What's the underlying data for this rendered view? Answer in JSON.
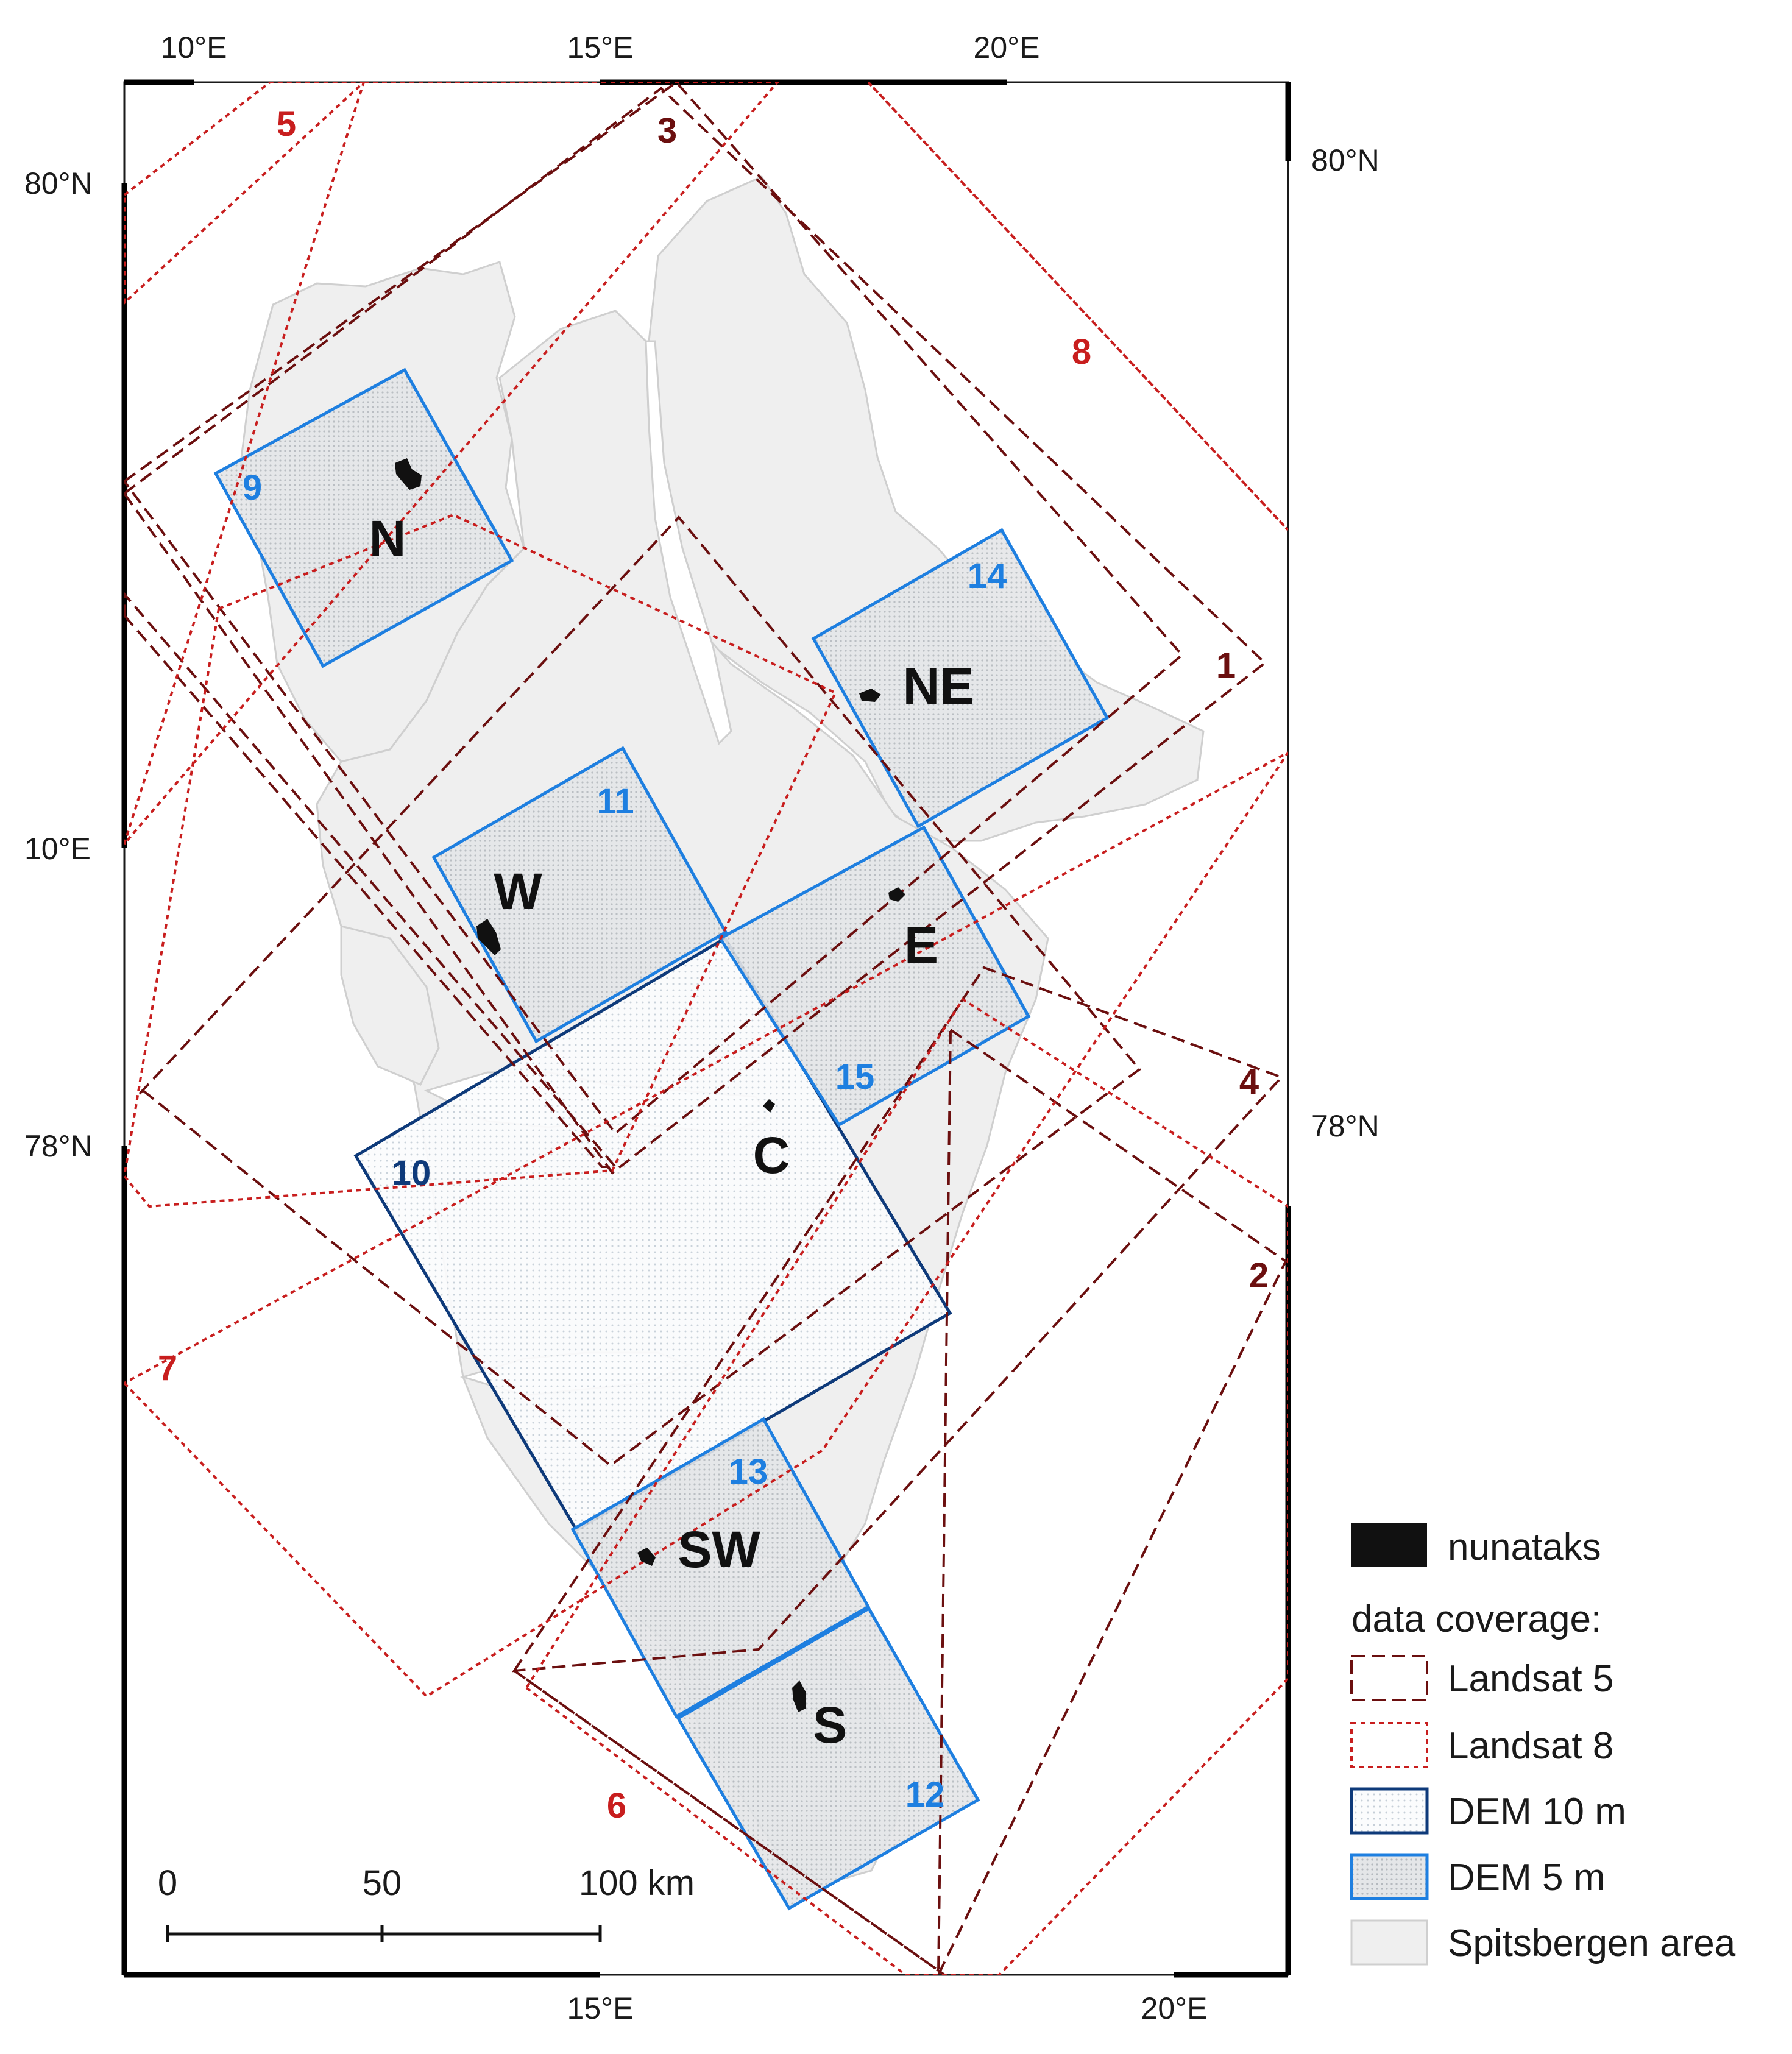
{
  "axes": {
    "top": [
      "10°E",
      "15°E",
      "20°E"
    ],
    "bottom": [
      "15°E",
      "20°E"
    ],
    "left": [
      "80°N",
      "10°E",
      "78°N"
    ],
    "right": [
      "80°N",
      "78°N"
    ]
  },
  "regions": [
    "N",
    "NE",
    "W",
    "E",
    "C",
    "SW",
    "S"
  ],
  "landsat5_scenes": [
    "1",
    "2",
    "3",
    "4"
  ],
  "landsat8_scenes": [
    "5",
    "6",
    "7",
    "8"
  ],
  "dem10_scenes": [
    "10"
  ],
  "dem5_scenes": [
    "9",
    "11",
    "12",
    "13",
    "14",
    "15"
  ],
  "scale_bar": {
    "ticks": [
      "0",
      "50",
      "100 km"
    ]
  },
  "legend": {
    "nunataks": "nunataks",
    "heading": "data coverage:",
    "landsat5": "Landsat 5",
    "landsat8": "Landsat 8",
    "dem10": "DEM 10 m",
    "dem5": "DEM 5 m",
    "spitsbergen": "Spitsbergen area"
  },
  "colors": {
    "landsat5": "#6b0f0f",
    "landsat8": "#c81e1e",
    "dem10": "#0e3a7a",
    "dem5": "#1e7fe0",
    "land": "#efefef",
    "nunataks": "#111111"
  }
}
